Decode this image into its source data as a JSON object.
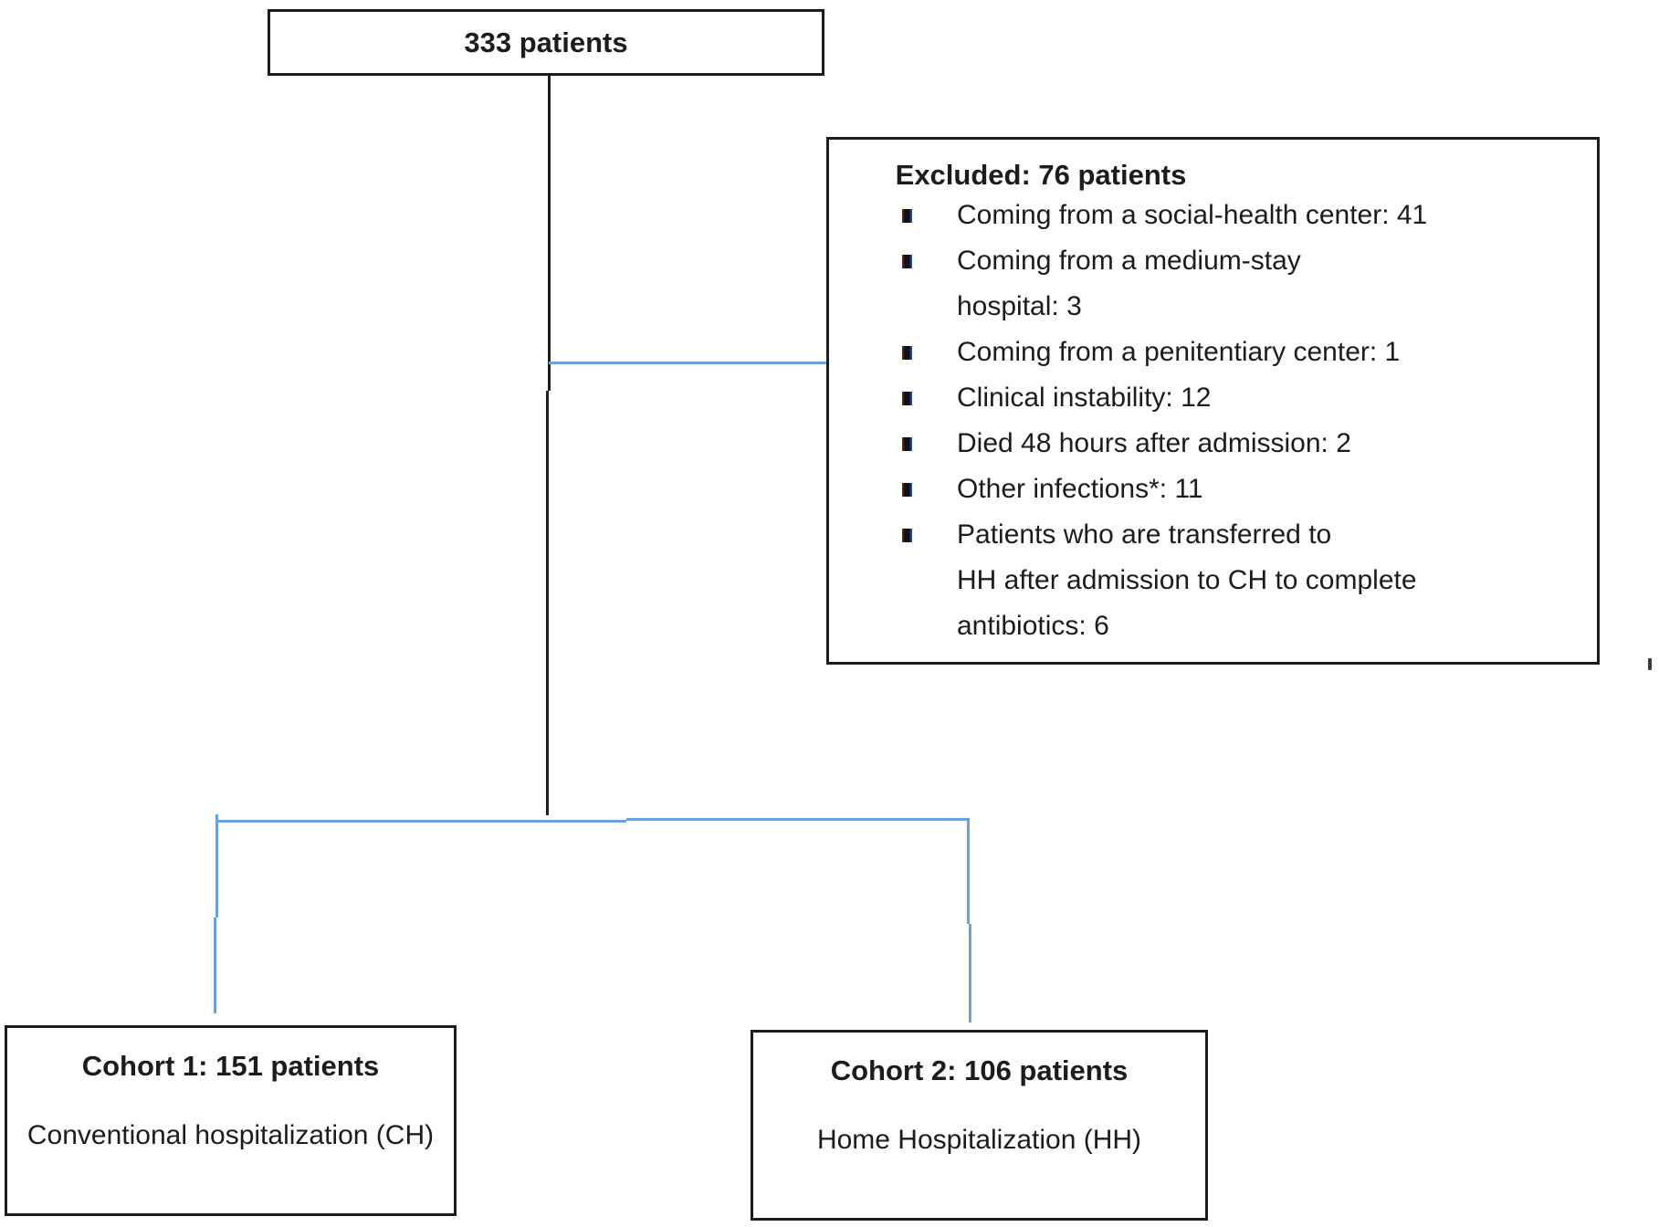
{
  "diagram": {
    "top_box": {
      "label": "333 patients"
    },
    "excluded_box": {
      "title": "Excluded: 76 patients",
      "lines": [
        {
          "text": "Coming from a social-health center: 41",
          "bullet": true
        },
        {
          "text": "Coming from a medium-stay",
          "bullet": true
        },
        {
          "text": "hospital: 3",
          "bullet": false
        },
        {
          "text": "Coming from a penitentiary center: 1",
          "bullet": true
        },
        {
          "text": "Clinical instability: 12",
          "bullet": true
        },
        {
          "text": "Died 48 hours after admission: 2",
          "bullet": true
        },
        {
          "text": "Other infections*: 11",
          "bullet": true
        },
        {
          "text": "Patients who are transferred to",
          "bullet": true
        },
        {
          "text": "HH after admission to CH to complete",
          "bullet": false
        },
        {
          "text": "antibiotics: 6",
          "bullet": false
        }
      ]
    },
    "cohort1_box": {
      "title": "Cohort 1: 151 patients",
      "subtitle": "Conventional hospitalization (CH)"
    },
    "cohort2_box": {
      "title": "Cohort 2: 106 patients",
      "subtitle": "Home Hospitalization (HH)"
    },
    "colors": {
      "connector_blue": "#6ba4db",
      "line_black": "#1f1f1f"
    }
  }
}
